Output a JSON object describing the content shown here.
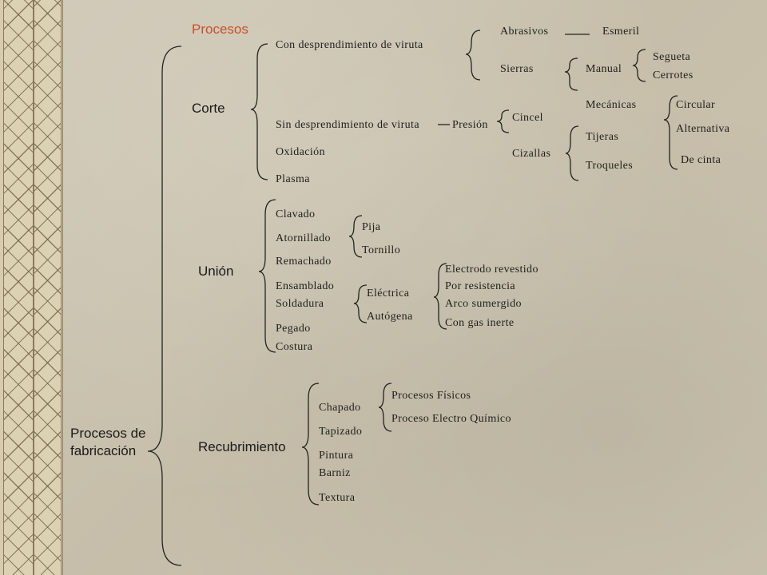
{
  "colors": {
    "title": "#c8502c",
    "text": "#1c1c1c",
    "background": "#cbc4b1"
  },
  "diagram": {
    "title": "Procesos",
    "root": {
      "lines": [
        "Procesos de",
        "fabricación"
      ]
    },
    "corte": {
      "label": "Corte",
      "con_desprendimiento": {
        "label": "Con desprendimiento de viruta",
        "abrasivos": {
          "label": "Abrasivos",
          "tipo": "Esmeril"
        },
        "sierras": {
          "label": "Sierras",
          "manual": {
            "label": "Manual",
            "tipos": [
              "Segueta",
              "Cerrotes"
            ]
          },
          "mecanicas": {
            "label": "Mecánicas",
            "tipos": [
              "Circular",
              "Alternativa",
              "De cinta"
            ]
          }
        }
      },
      "sin_desprendimiento": {
        "label": "Sin desprendimiento de viruta",
        "presion": "Presión",
        "cincel": "Cincel",
        "cizallas": {
          "label": "Cizallas",
          "tipos": [
            "Tijeras",
            "Troqueles"
          ]
        }
      },
      "oxidacion": "Oxidación",
      "plasma": "Plasma"
    },
    "union": {
      "label": "Unión",
      "items": [
        "Clavado",
        "Atornillado",
        "Remachado",
        "Ensamblado",
        "Soldadura",
        "Pegado",
        "Costura"
      ],
      "atornillado_tipos": [
        "Pija",
        "Tornillo"
      ],
      "soldadura_tipos": [
        "Eléctrica",
        "Autógena"
      ],
      "electrica_tipos": [
        "Electrodo revestido",
        "Por resistencia",
        "Arco sumergido",
        "Con gas inerte"
      ]
    },
    "recubrimiento": {
      "label": "Recubrimiento",
      "items": [
        "Chapado",
        "Tapizado",
        "Pintura",
        "Barniz",
        "Textura"
      ],
      "chapado_tipos": [
        "Procesos Físicos",
        "Proceso Electro Químico"
      ]
    }
  }
}
